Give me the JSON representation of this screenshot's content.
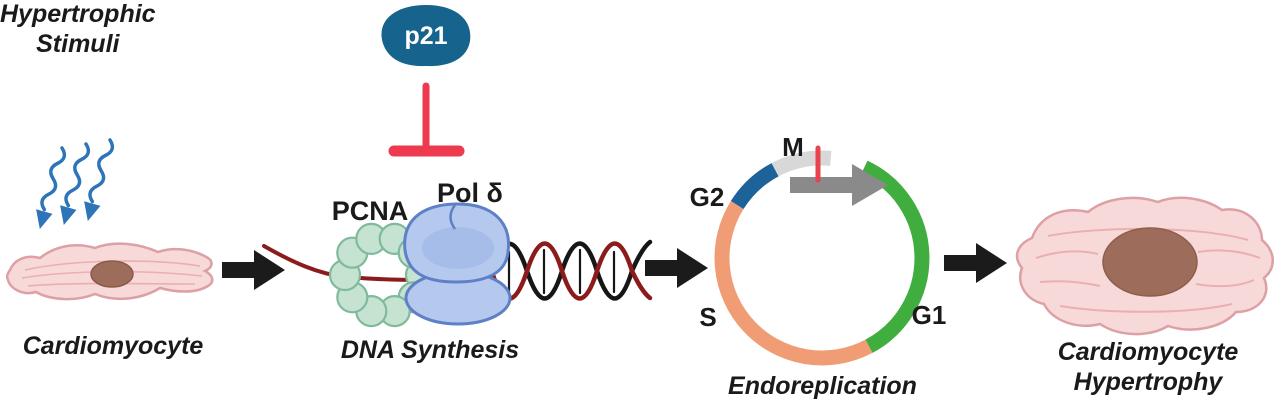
{
  "figure": {
    "stage_stimuli": {
      "title_line1": "Hypertrophic",
      "title_line2": "Stimuli",
      "cell_caption": "Cardiomyocyte"
    },
    "stage_dna": {
      "inhibitor_label": "p21",
      "clamp_label": "PCNA",
      "polymerase_label": "Pol δ",
      "caption": "DNA Synthesis"
    },
    "stage_cycle": {
      "phase_m": "M",
      "phase_g2": "G2",
      "phase_s": "S",
      "phase_g1": "G1",
      "caption": "Endoreplication"
    },
    "stage_hypertrophy": {
      "caption_line1": "Cardiomyocyte",
      "caption_line2": "Hypertrophy"
    },
    "colors": {
      "stimuli_blue": "#2e74b8",
      "cell_pink": "#f8d9d9",
      "cell_outline": "#dca0a5",
      "striation_pink": "#e9afb2",
      "nucleus_brown": "#9e6c5a",
      "flow_arrow_black": "#1b1b1b",
      "p21_teal": "#16648d",
      "inhibition_red": "#ee3a4e",
      "dna_red": "#8c1c1c",
      "helix_black": "#161616",
      "pcna_green": "#c6e2d0",
      "pcna_outline": "#7fba9c",
      "polymerase_blue": "#b5c9ee",
      "polymerase_outline": "#5e80c6",
      "g1_green": "#3fae3e",
      "s_orange": "#f09d75",
      "g2_blue": "#1d6298",
      "m_gray": "#d8d8d8",
      "cycle_arrow_gray": "#8a8a8a",
      "tick_red": "#e8434f"
    }
  }
}
